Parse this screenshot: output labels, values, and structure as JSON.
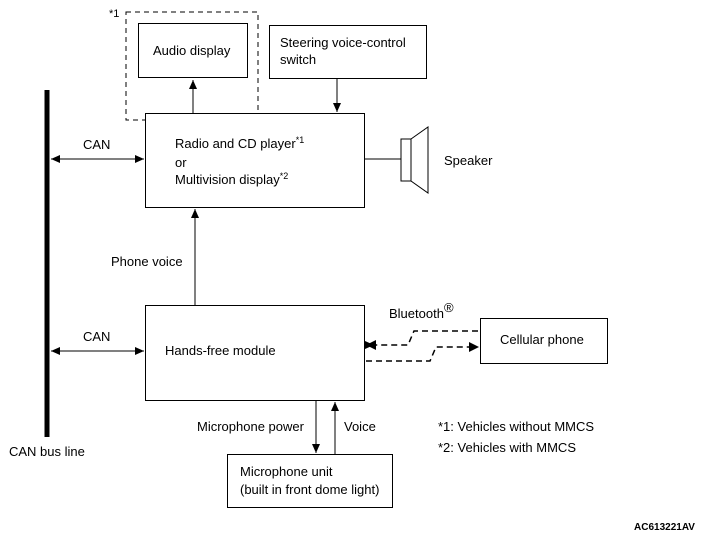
{
  "blocks": {
    "audio_display": "Audio display",
    "steering_switch_line1": "Steering voice-control",
    "steering_switch_line2": "switch",
    "head_unit_line1": "Radio and CD player",
    "head_unit_sup1": "*1",
    "head_unit_line2": "or",
    "head_unit_line3": "Multivision display",
    "head_unit_sup3": "*2",
    "speaker": "Speaker",
    "hands_free": "Hands-free module",
    "cellular": "Cellular phone",
    "mic_unit_line1": "Microphone unit",
    "mic_unit_line2": "(built in front dome light)"
  },
  "labels": {
    "star1_marker": "*1",
    "can_top": "CAN",
    "can_bottom": "CAN",
    "phone_voice": "Phone voice",
    "bluetooth": "Bluetooth",
    "bluetooth_mark": "®",
    "mic_power": "Microphone power",
    "voice": "Voice",
    "can_bus_line": "CAN bus line"
  },
  "notes": {
    "note1": "*1: Vehicles without MMCS",
    "note2": "*2: Vehicles with MMCS"
  },
  "figure_code": "AC613221AV"
}
